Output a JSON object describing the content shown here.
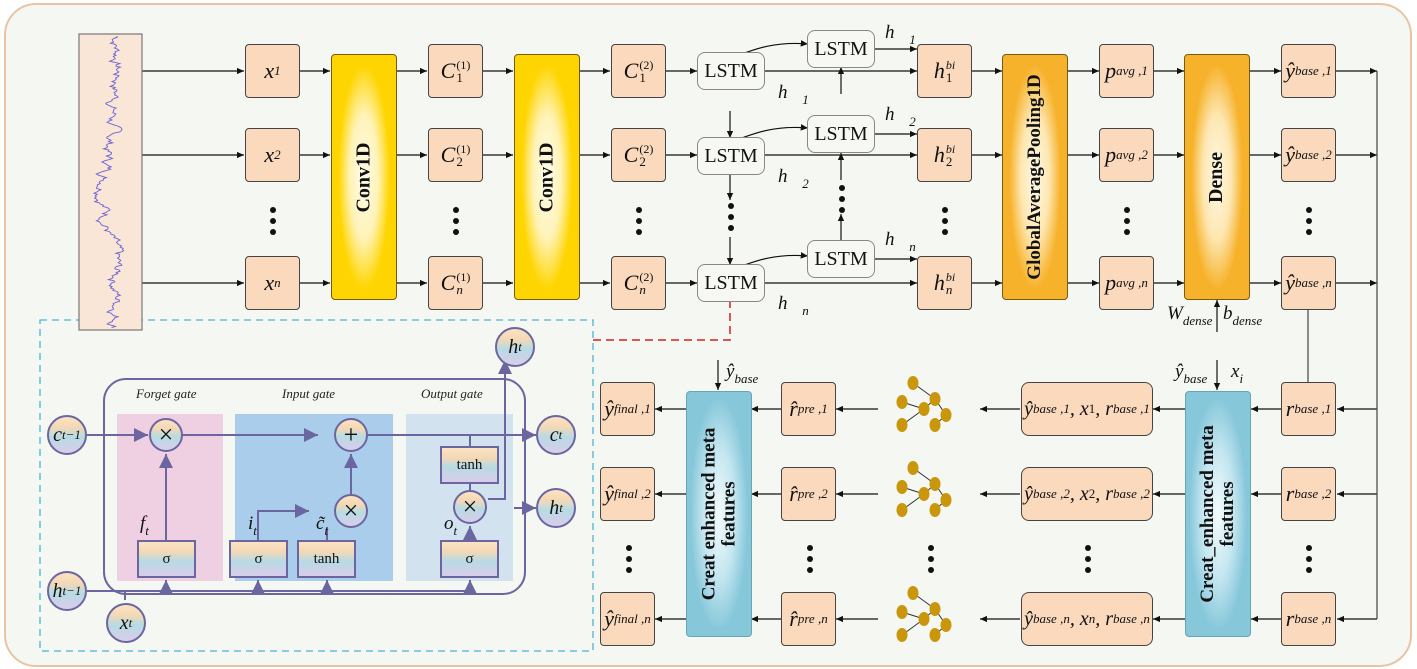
{
  "diagram": {
    "input_row": {
      "x": [
        "x",
        "x",
        "x"
      ],
      "x_subs": [
        "1",
        "2",
        "n"
      ]
    },
    "conv1": {
      "label": "Conv1D"
    },
    "c1": {
      "base": "C",
      "subs": [
        "1",
        "2",
        "n"
      ],
      "sup": "(1)"
    },
    "conv2": {
      "label": "Conv1D"
    },
    "c2": {
      "base": "C",
      "subs": [
        "1",
        "2",
        "n"
      ],
      "sup": "(2)"
    },
    "lstm": {
      "label": "LSTM"
    },
    "h_forward": {
      "base": "h⃗",
      "subs": [
        "1",
        "2",
        "n"
      ]
    },
    "h_backward": {
      "base": "h⃖",
      "subs": [
        "1",
        "2",
        "n"
      ]
    },
    "hbi": {
      "base": "h",
      "sup": "bi",
      "subs": [
        "1",
        "2",
        "n"
      ]
    },
    "gap": {
      "label": "GlobalAveragePooling1D"
    },
    "pavg": {
      "base": "p",
      "subs": [
        "avg ,1",
        "avg ,2",
        "avg ,n"
      ]
    },
    "dense": {
      "label": "Dense",
      "w": "W",
      "w_sub": "dense",
      "b": "b",
      "b_sub": "dense"
    },
    "ybase": {
      "base": "ŷ",
      "subs": [
        "base ,1",
        "base ,2",
        "base ,n"
      ]
    },
    "meta_right": {
      "label_line1": "Creat_enhanced meta",
      "label_line2": "features",
      "in_y": "ŷ",
      "in_y_sub": "base",
      "in_x": "x",
      "in_x_sub": "i"
    },
    "rbase": {
      "base": "r",
      "subs": [
        "base ,1",
        "base ,2",
        "base ,n"
      ]
    },
    "meta_vec": {
      "rows": [
        {
          "y": "ŷ",
          "ys": "base ,1",
          "x": "x",
          "xs": "1",
          "r": "r",
          "rs": "base ,1"
        },
        {
          "y": "ŷ",
          "ys": "base ,2",
          "x": "x",
          "xs": "2",
          "r": "r",
          "rs": "base ,2"
        },
        {
          "y": "ŷ",
          "ys": "base ,n",
          "x": "x",
          "xs": "n",
          "r": "r",
          "rs": "base ,n"
        }
      ]
    },
    "rpre": {
      "base": "r̂",
      "subs": [
        "pre ,1",
        "pre ,2",
        "pre ,n"
      ]
    },
    "meta_left": {
      "label_line1": "Creat enhanced meta",
      "label_line2": "features",
      "in_y": "ŷ",
      "in_y_sub": "base"
    },
    "yfinal": {
      "base": "ŷ",
      "subs": [
        "final ,1",
        "final ,2",
        "final ,n"
      ]
    }
  },
  "lstm_cell": {
    "gates": [
      "Forget gate",
      "Input gate",
      "Output gate"
    ],
    "sigma": "σ",
    "tanh": "tanh",
    "times": "×",
    "plus": "+",
    "c_prev": {
      "b": "c",
      "s": "t−1"
    },
    "h_prev": {
      "b": "h",
      "s": "t−1"
    },
    "x_t": {
      "b": "x",
      "s": "t"
    },
    "c_t": {
      "b": "c",
      "s": "t"
    },
    "h_t": {
      "b": "h",
      "s": "t"
    },
    "f_t": {
      "b": "f",
      "s": "t"
    },
    "i_t": {
      "b": "i",
      "s": "t"
    },
    "ct_tilde": {
      "b": "c̃",
      "s": "t"
    },
    "o_t": {
      "b": "o",
      "s": "t"
    }
  },
  "colors": {
    "box_fill": "#fad9bd",
    "conv": "#ffd500",
    "orange": "#f7b22b",
    "meta_blue": "#86c7da",
    "cell_stroke": "#6b66a0",
    "tree_node": "#c9960c",
    "dashed_blue": "#4bb3d6",
    "dashed_red": "#d42020"
  }
}
